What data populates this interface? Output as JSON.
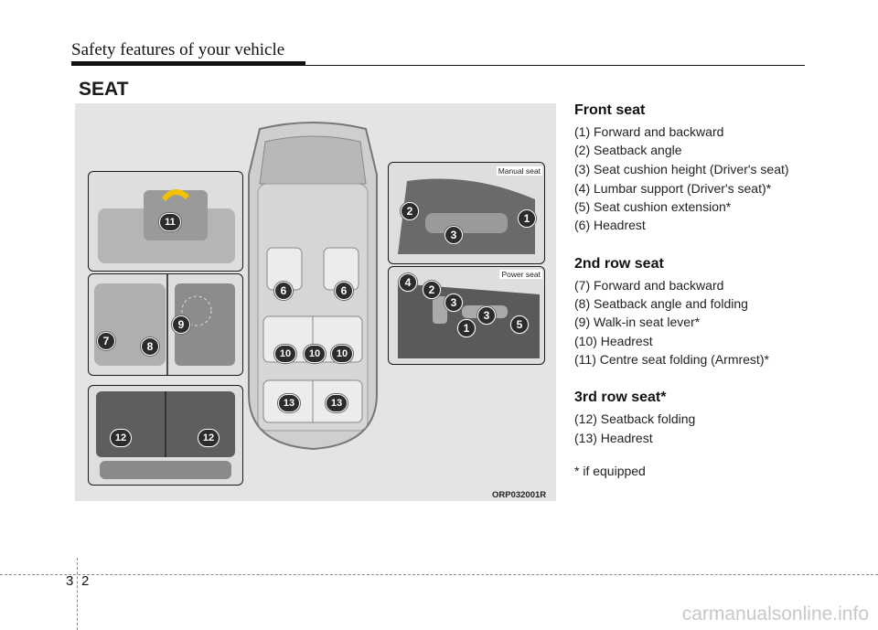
{
  "header": {
    "title": "Safety features of your vehicle"
  },
  "section": {
    "title": "SEAT"
  },
  "figure": {
    "code": "ORP032001R",
    "manual_label": "Manual seat",
    "power_label": "Power seat",
    "callouts": {
      "c1": "1",
      "c2": "2",
      "c3": "3",
      "c4": "4",
      "c5": "5",
      "c6": "6",
      "c7": "7",
      "c8": "8",
      "c9": "9",
      "c10": "10",
      "c11": "11",
      "c12": "12",
      "c13": "13"
    }
  },
  "front_seat": {
    "heading": "Front seat",
    "items": [
      "(1) Forward and backward",
      "(2) Seatback angle",
      "(3) Seat cushion height (Driver's seat)",
      "(4) Lumbar support (Driver's seat)*",
      "(5) Seat cushion extension*",
      "(6) Headrest"
    ]
  },
  "second_row": {
    "heading": "2nd row seat",
    "items": [
      "(7) Forward and backward",
      "(8) Seatback angle and folding",
      "(9) Walk-in seat lever*",
      "(10) Headrest",
      "(11) Centre seat folding (Armrest)*"
    ]
  },
  "third_row": {
    "heading": "3rd row seat*",
    "items": [
      "(12) Seatback folding",
      "(13) Headrest"
    ]
  },
  "note": "* if equipped",
  "footer": {
    "page_section": "3",
    "page_number": "2"
  },
  "watermark": "carmanualsonline.info",
  "colors": {
    "figure_bg": "#e4e4e4",
    "badge": "#2c2c2c",
    "text": "#222222"
  }
}
